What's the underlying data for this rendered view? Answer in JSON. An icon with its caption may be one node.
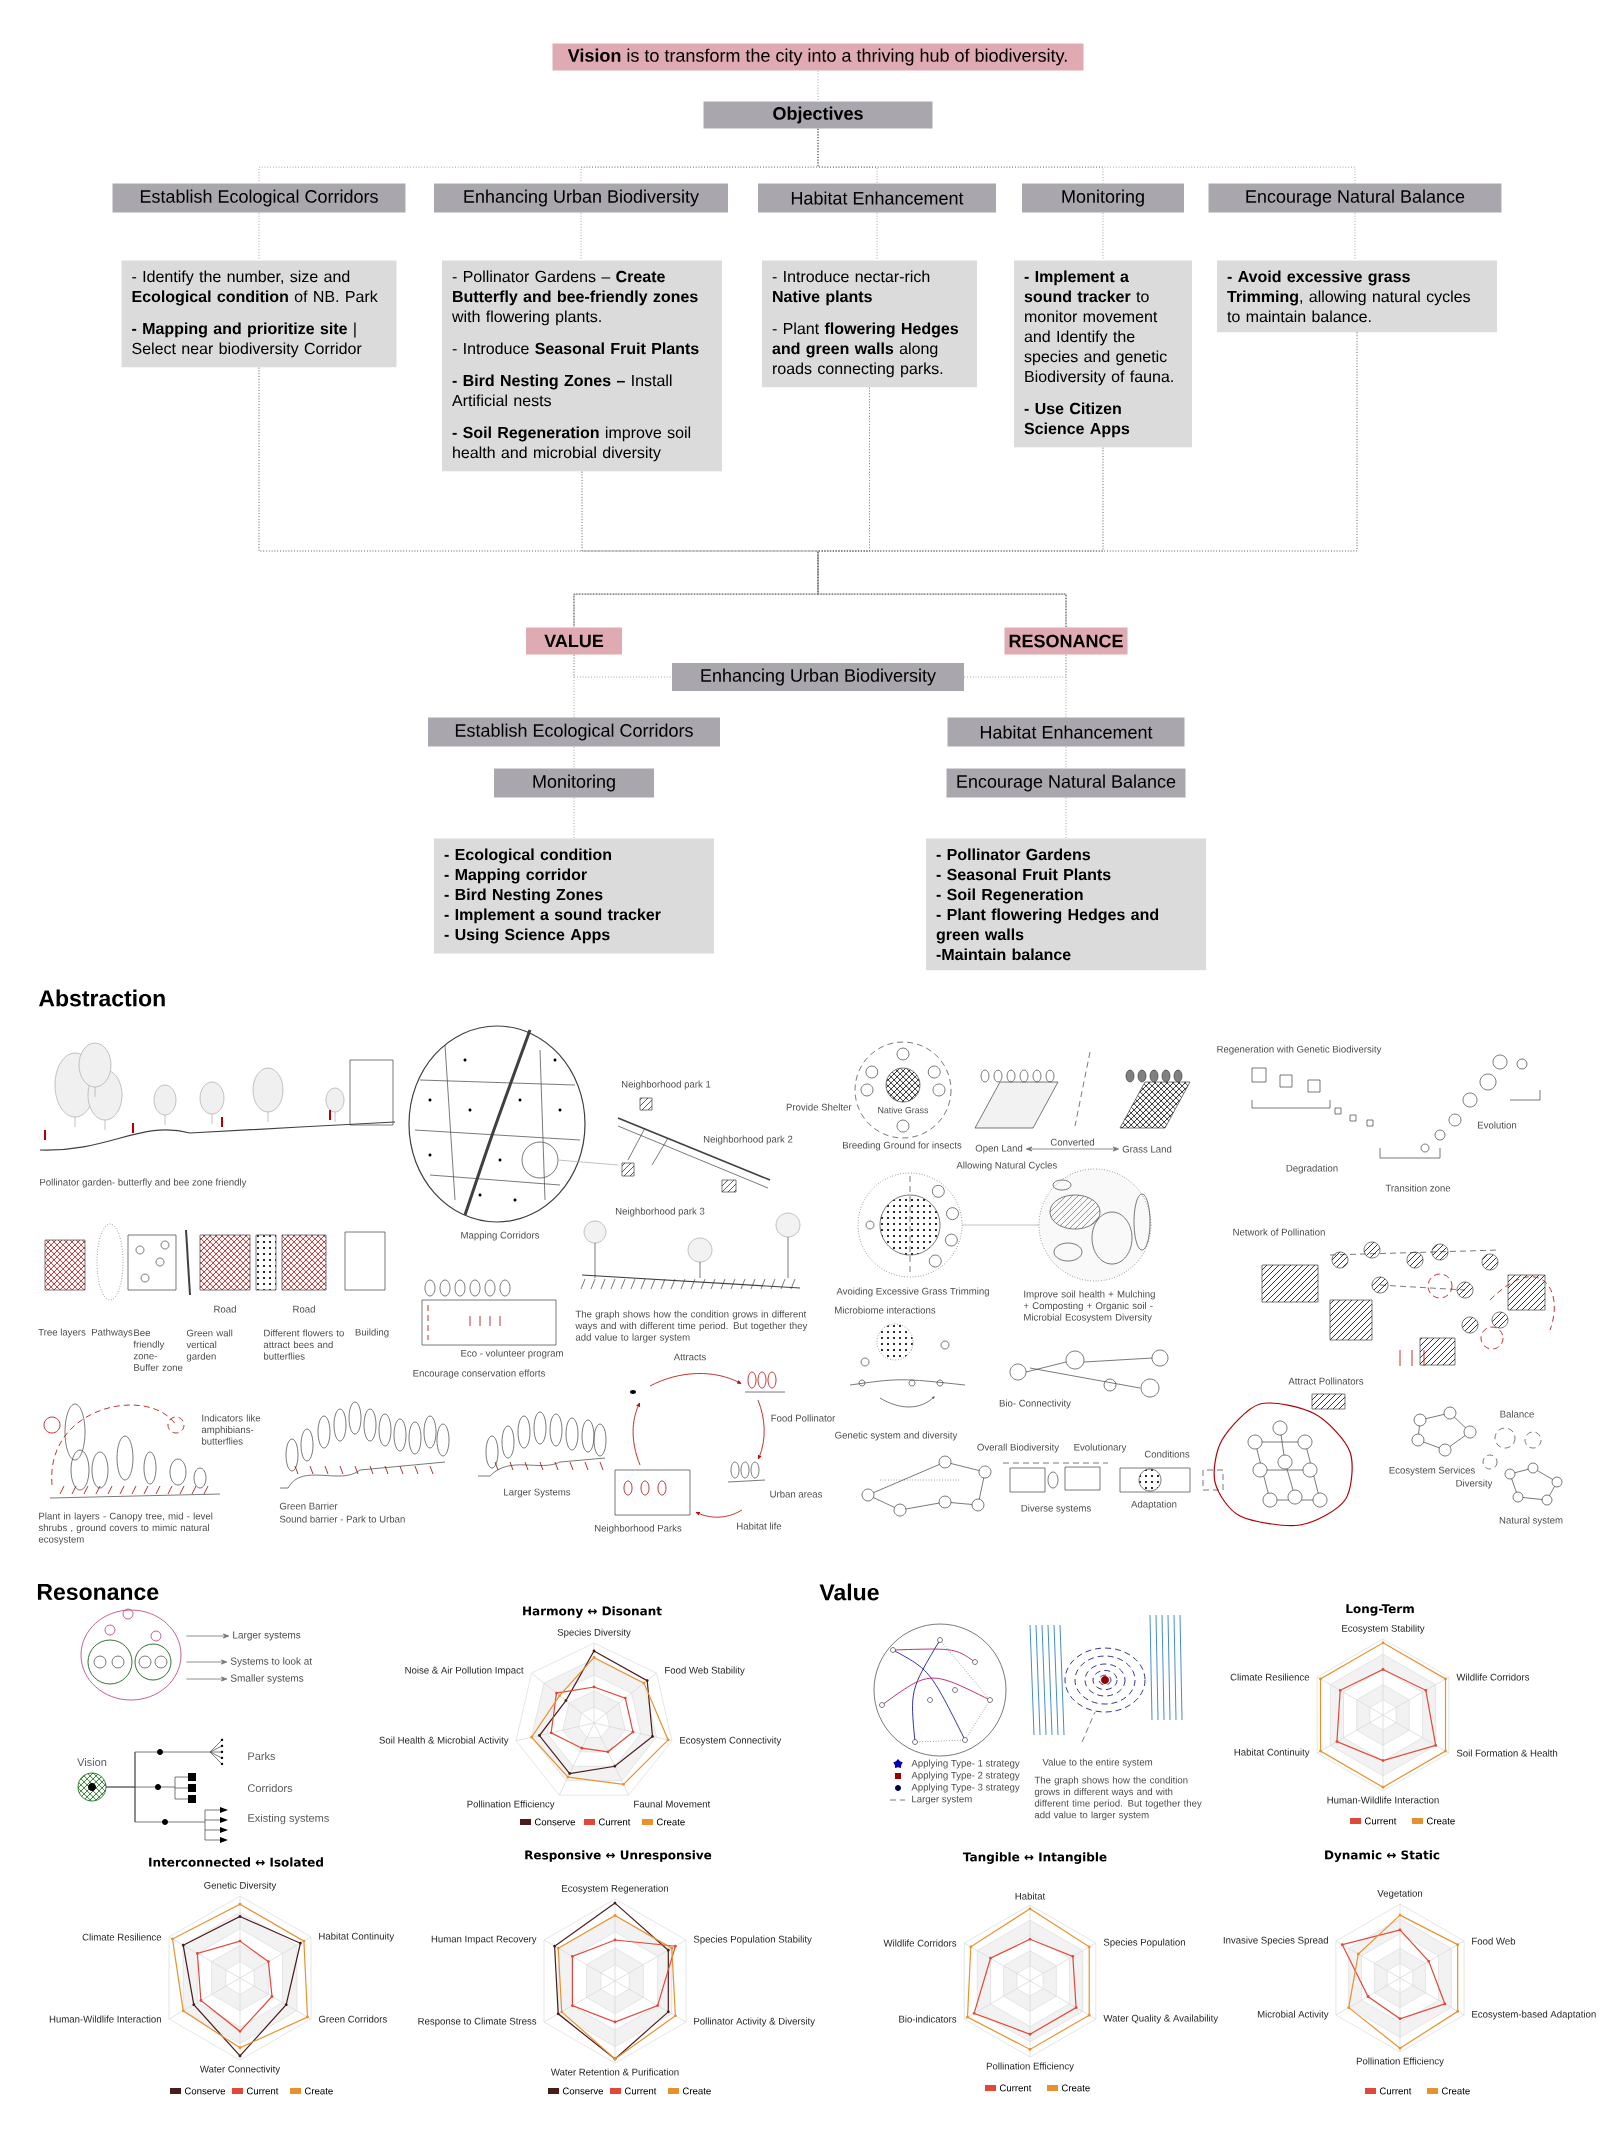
{
  "diagram": {
    "nodes": [
      {
        "text": [
          "**Vision** is to transform the city into a thriving hub of biodiversity."
        ]
      },
      {
        "text": [
          "Objectives"
        ]
      },
      {
        "text": [
          "Establish Ecological Corridors"
        ]
      },
      {
        "text": [
          "Enhancing Urban Biodiversity"
        ]
      },
      {
        "text": [
          "Habitat Enhancement"
        ]
      },
      {
        "text": [
          "Monitoring"
        ]
      },
      {
        "text": [
          "Encourage Natural Balance"
        ]
      },
      {
        "text": [
          "- Identify the number, size and **Ecological condition** of NB. Park",
          "**- Mapping and prioritize site** | Select near biodiversity Corridor"
        ]
      },
      {
        "text": [
          "- Pollinator Gardens – **Create Butterfly and bee-friendly zones** with flowering plants.",
          "- Introduce **Seasonal Fruit Plants**",
          "**- Bird Nesting Zones –** Install Artificial nests",
          "**- Soil Regeneration** improve soil health and microbial diversity"
        ]
      },
      {
        "text": [
          "- Introduce nectar-rich **Native plants**",
          "- Plant **flowering Hedges and green walls** along roads connecting parks."
        ]
      },
      {
        "text": [
          "**- Implement a sound tracker** to monitor movement and Identify the species and genetic Biodiversity of fauna.",
          "**- Use Citizen Science Apps**"
        ]
      },
      {
        "text": [
          "**- Avoid excessive grass Trimming**, allowing natural cycles to maintain balance."
        ]
      },
      {
        "text": [
          "VALUE"
        ]
      },
      {
        "text": [
          "RESONANCE"
        ]
      },
      {
        "text": [
          "Enhancing Urban Biodiversity"
        ]
      },
      {
        "text": [
          "Establish Ecological Corridors"
        ]
      },
      {
        "text": [
          "Monitoring"
        ]
      },
      {
        "text": [
          "- Ecological condition",
          "- Mapping corridor",
          "- Bird Nesting Zones",
          "- Implement a sound tracker",
          "- Using Science Apps"
        ]
      },
      {
        "text": [
          "Habitat Enhancement"
        ]
      },
      {
        "text": [
          "Encourage Natural Balance"
        ]
      },
      {
        "text": [
          "- Pollinator Gardens",
          "- Seasonal Fruit Plants",
          "- Soil Regeneration",
          "- Plant flowering Hedges and green walls",
          "-Maintain balance"
        ]
      },
      {
        "text": [],
        "shape": "picture"
      },
      {
        "text": [
          "Larger systems"
        ]
      },
      {
        "text": [
          "Systems to look at"
        ]
      },
      {
        "text": [
          "Smaller systems"
        ]
      },
      {
        "text": [
          "Open Land"
        ]
      },
      {
        "text": [
          "Grass Land"
        ]
      }
    ],
    "edges": [
      {
        "from": 0,
        "to": 1,
        "arrow": "none",
        "style": "dashed"
      },
      {
        "from": 1,
        "to": 2,
        "arrow": "none",
        "style": "dashed"
      },
      {
        "from": 1,
        "to": 3,
        "arrow": "none",
        "style": "dashed"
      },
      {
        "from": 1,
        "to": 4,
        "arrow": "none",
        "style": "dashed"
      },
      {
        "from": 1,
        "to": 5,
        "arrow": "none",
        "style": "dashed"
      },
      {
        "from": 1,
        "to": 6,
        "arrow": "none",
        "style": "dashed"
      },
      {
        "from": 2,
        "to": 7,
        "arrow": "none",
        "style": "dashed"
      },
      {
        "from": 3,
        "to": 8,
        "arrow": "none",
        "style": "dashed"
      },
      {
        "from": 4,
        "to": 9,
        "arrow": "none",
        "style": "dashed"
      },
      {
        "from": 5,
        "to": 10,
        "arrow": "none",
        "style": "dashed"
      },
      {
        "from": 6,
        "to": 11,
        "arrow": "none",
        "style": "dashed"
      },
      {
        "from": 7,
        "to": 12,
        "arrow": "none",
        "style": "dashed"
      },
      {
        "from": 8,
        "to": 12,
        "arrow": "none",
        "style": "dashed"
      },
      {
        "from": 9,
        "to": 12,
        "arrow": "none",
        "style": "dashed"
      },
      {
        "from": 10,
        "to": 12,
        "arrow": "none",
        "style": "dashed"
      },
      {
        "from": 11,
        "to": 12,
        "arrow": "none",
        "style": "dashed"
      },
      {
        "from": 7,
        "to": 13,
        "arrow": "none",
        "style": "dashed"
      },
      {
        "from": 8,
        "to": 13,
        "arrow": "none",
        "style": "dashed"
      },
      {
        "from": 9,
        "to": 13,
        "arrow": "none",
        "style": "dashed"
      },
      {
        "from": 10,
        "to": 13,
        "arrow": "none",
        "style": "dashed"
      },
      {
        "from": 11,
        "to": 13,
        "arrow": "none",
        "style": "dashed"
      },
      {
        "from": 12,
        "to": 14,
        "arrow": "none",
        "style": "dashed"
      },
      {
        "from": 14,
        "to": 13,
        "arrow": "none",
        "style": "dashed"
      },
      {
        "from": 12,
        "to": 15,
        "arrow": "none",
        "style": "dashed"
      },
      {
        "from": 15,
        "to": 16,
        "arrow": "none",
        "style": "dashed"
      },
      {
        "from": 16,
        "to": 17,
        "arrow": "none",
        "style": "dashed"
      },
      {
        "from": 13,
        "to": 18,
        "arrow": "none",
        "style": "dashed"
      },
      {
        "from": 18,
        "to": 19,
        "arrow": "none",
        "style": "dashed"
      },
      {
        "from": 19,
        "to": 20,
        "arrow": "none",
        "style": "dashed"
      },
      {
        "from": 21,
        "to": 22,
        "arrow": "to"
      },
      {
        "from": 21,
        "to": 23,
        "arrow": "to"
      },
      {
        "from": 21,
        "to": 24,
        "arrow": "to"
      },
      {
        "from": 25,
        "to": 26,
        "arrow": "both",
        "label": "Converted"
      }
    ],
    "labels": [
      "Abstraction",
      "Pollinator garden- butterfly and bee zone friendly",
      "Neighborhood park 1",
      "Neighborhood park 2",
      "Mapping Corridors",
      "Neighborhood park 3",
      "Road",
      "Road",
      "Tree layers",
      "Pathways",
      "Bee friendly zone- Buffer zone",
      "Green wall vertical garden",
      "Different flowers to attract bees and butterflies",
      "Building",
      "The graph shows how the condition grows in different ways and with different time period. But together they add value to larger system",
      "Eco - volunteer program",
      "Attracts",
      "Encourage conservation efforts",
      "Indicators like amphibians- butterflies",
      "Food Pollinator",
      "Plant in layers - Canopy tree, mid - level shrubs , ground covers to mimic natural ecosystem",
      "Green Barrier",
      "Sound barrier - Park to Urban",
      "Larger Systems",
      "Urban areas",
      "Neighborhood Parks",
      "Habitat life",
      "Provide Shelter",
      "Native Grass",
      "Breeding Ground for insects",
      "Allowing Natural Cycles",
      "Avoiding Excessive Grass Trimming",
      "Microbiome interactions",
      "Improve soil health + Mulching + Composting + Organic soil - Microbial Ecosystem Diversity",
      "Bio- Connectivity",
      "Genetic system and diversity",
      "Overall Biodiversity",
      "Evolutionary",
      "Conditions",
      "Diverse systems",
      "Adaptation",
      "Regeneration with Genetic Biodiversity",
      "Evolution",
      "Degradation",
      "Transition zone",
      "Network of Pollination",
      "Attract Pollinators",
      "Balance",
      "Ecosystem Services",
      "Diversity",
      "Natural system",
      "Resonance",
      "Vision",
      "Parks",
      "Corridors",
      "Existing systems",
      "Harmony ↔ Disonant",
      "Species Diversity",
      "Noise & Air Pollution Impact",
      "Food Web Stability",
      "Soil Health & Microbial Activity",
      "Ecosystem Connectivity",
      "Pollination Efficiency",
      "Faunal Movement",
      "Interconnected ↔ Isolated",
      "Genetic Diversity",
      "Climate Resilience",
      "Habitat Continuity",
      "Human-Wildlife Interaction",
      "Green Corridors",
      "Water Connectivity",
      "Responsive ↔ Unresponsive",
      "Ecosystem Regeneration",
      "Human Impact Recovery",
      "Species Population Stability",
      "Response to Climate Stress",
      "Pollinator Activity & Diversity",
      "Water Retention & Purification",
      "Value",
      "Applying Type- 1 strategy",
      "Applying Type- 2 strategy",
      "Applying Type- 3 strategy",
      "Larger system",
      "Value to the entire system",
      "The graph shows how the condition grows in different ways and with different time period. But together they add value to larger system",
      "Long-Term",
      "Ecosystem Stability",
      "Climate Resilience",
      "Wildlife Corridors",
      "Habitat Continuity",
      "Soil Formation & Health",
      "Human-Wildlife Interaction",
      "Tangible ↔ Intangible",
      "Habitat",
      "Wildlife Corridors",
      "Species Population",
      "Bio-indicators",
      "Water Quality & Availability",
      "Pollination Efficiency",
      "Dynamic ↔ Static",
      "Vegetation",
      "Invasive Species Spread",
      "Food Web",
      "Microbial Activity",
      "Ecosystem-based Adaptation",
      "Pollination Efficiency"
    ],
    "legend": [
      {
        "text": "Conserve",
        "color": "#4a1c1c"
      },
      {
        "text": "Current",
        "color": "#e2483a"
      },
      {
        "text": "Create",
        "color": "#e8922e"
      },
      {
        "text": "Conserve",
        "color": "#4a1c1c"
      },
      {
        "text": "Current",
        "color": "#e2483a"
      },
      {
        "text": "Create",
        "color": "#e8922e"
      },
      {
        "text": "Conserve",
        "color": "#4a1c1c"
      },
      {
        "text": "Current",
        "color": "#e2483a"
      },
      {
        "text": "Create",
        "color": "#e8922e"
      },
      {
        "text": "Current",
        "color": "#e2483a"
      },
      {
        "text": "Create",
        "color": "#e8922e"
      },
      {
        "text": "Current",
        "color": "#e2483a"
      },
      {
        "text": "Create",
        "color": "#e8922e"
      },
      {
        "text": "Current",
        "color": "#e2483a"
      },
      {
        "text": "Create",
        "color": "#e8922e"
      }
    ]
  }
}
